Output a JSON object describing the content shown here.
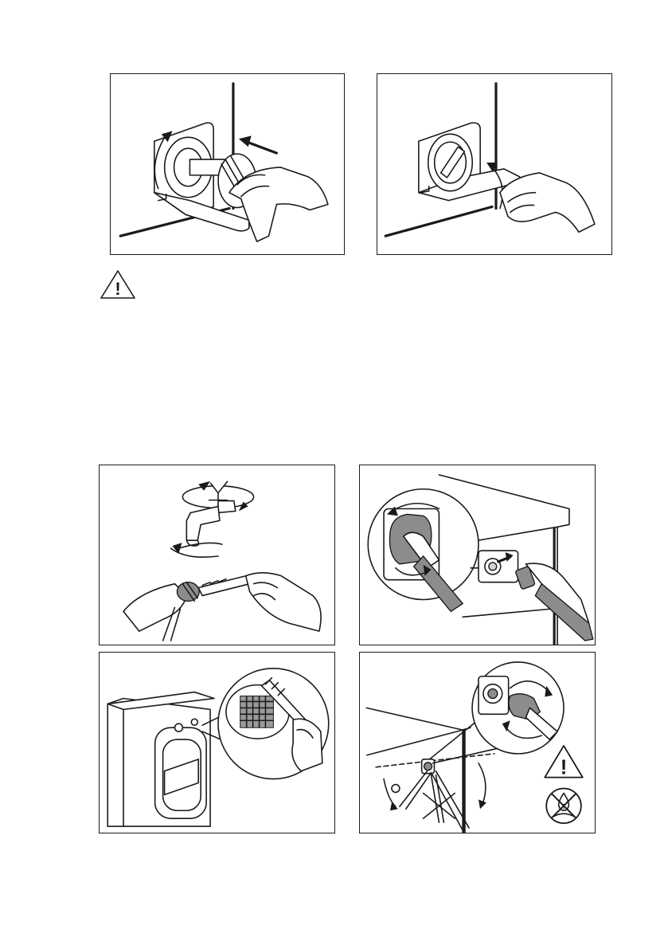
{
  "page": {
    "background": "#ffffff",
    "line_color": "#1a1a1a",
    "accent_gray": "#8c8c8c"
  },
  "illustrations": [
    {
      "id": "pump-filter-remove",
      "icon": "drain-pump-filter-icon"
    },
    {
      "id": "pump-flap-close",
      "icon": "service-flap-icon"
    },
    {
      "id": "tap-filter-clean",
      "icon": "water-tap-icon"
    },
    {
      "id": "inlet-hose-unscrew",
      "icon": "inlet-hose-icon"
    },
    {
      "id": "inlet-valve-filter-clean",
      "icon": "inlet-filter-brush-icon"
    },
    {
      "id": "inlet-hose-refit",
      "icon": "inlet-hose-refit-icon"
    }
  ],
  "warning": {
    "icon": "warning-triangle-icon",
    "symbol": "!"
  },
  "prohibition": {
    "icon": "no-water-leak-icon",
    "symbol": "!"
  }
}
